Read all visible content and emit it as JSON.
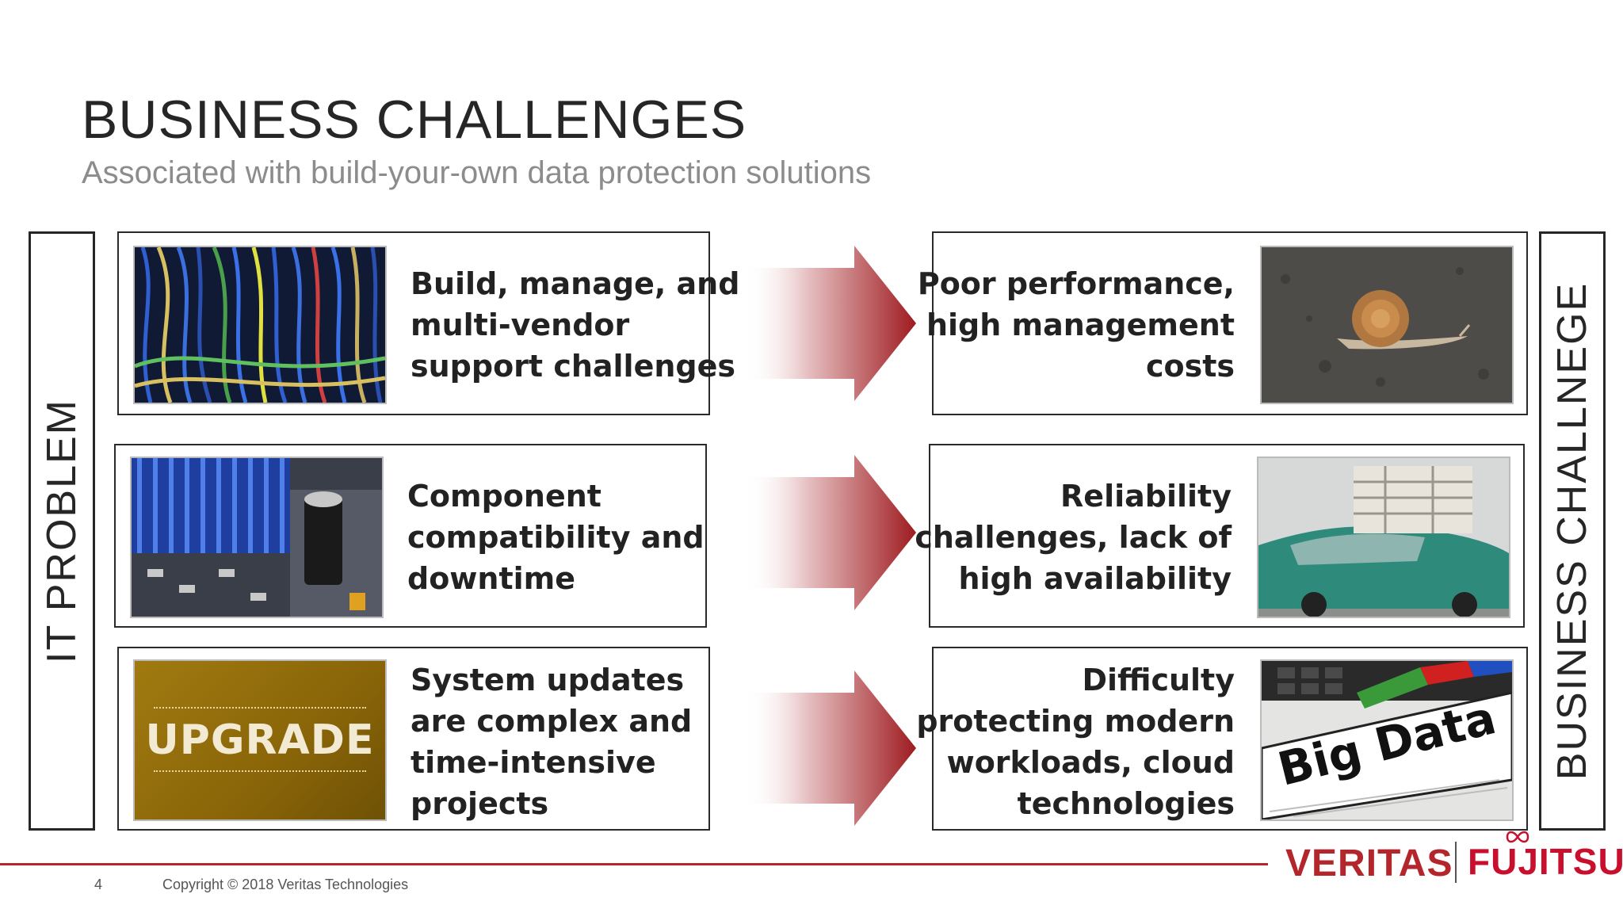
{
  "title": "BUSINESS CHALLENGES",
  "subtitle": "Associated with build-your-own data protection solutions",
  "left_label": "IT PROBLEM",
  "right_label": "BUSINESS CHALLNEGE",
  "problems": [
    {
      "lines": [
        "Build, manage, and",
        "multi-vendor",
        "support challenges"
      ],
      "image": "network-cables-image"
    },
    {
      "lines": [
        "Component",
        "compatibility and",
        "downtime"
      ],
      "image": "circuit-board-image"
    },
    {
      "lines": [
        "System updates",
        "are complex and",
        "time-intensive",
        "projects"
      ],
      "image": "upgrade-image",
      "image_text": "UPGRADE"
    }
  ],
  "challenges": [
    {
      "lines": [
        "Poor performance,",
        "high management",
        "costs"
      ],
      "image": "snail-image"
    },
    {
      "lines": [
        "Reliability",
        "challenges, lack of",
        "high availability"
      ],
      "image": "overloaded-car-image"
    },
    {
      "lines": [
        "Difficulty",
        "protecting modern",
        "workloads, cloud",
        "technologies"
      ],
      "image": "big-data-image",
      "image_text": "Big Data"
    }
  ],
  "footer": {
    "page_number": "4",
    "copyright": "Copyright © 2018 Veritas Technologies",
    "logo_veritas": "VERITAS",
    "logo_fujitsu": "FUJITSU"
  },
  "colors": {
    "accent": "#b3262b",
    "fujitsu_red": "#c8102e",
    "text": "#262626",
    "subtitle": "#8c8c8c"
  }
}
